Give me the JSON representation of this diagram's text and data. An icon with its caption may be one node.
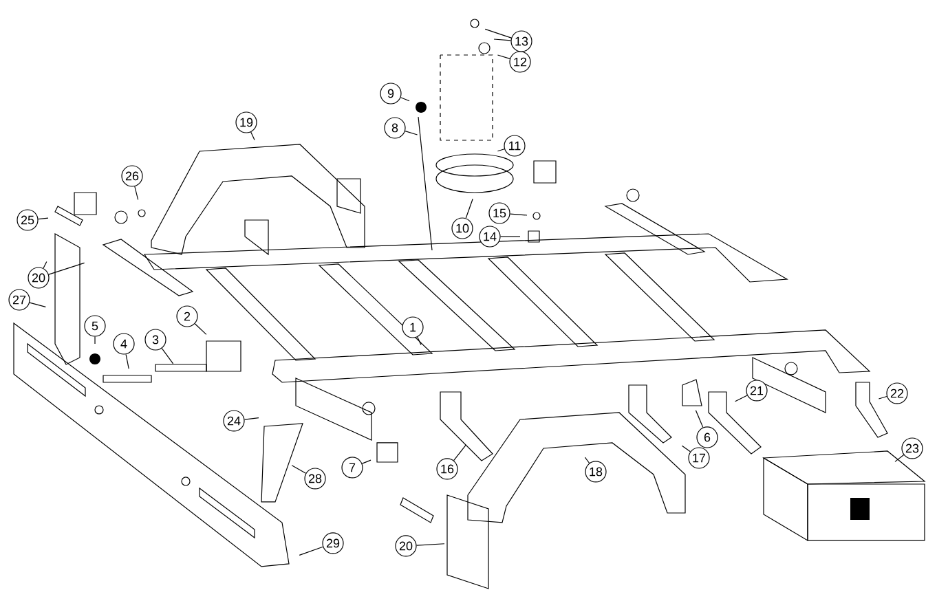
{
  "diagram": {
    "nodes": [
      {
        "text": [
          "1"
        ]
      },
      {
        "text": [
          "2"
        ]
      },
      {
        "text": [
          "3"
        ]
      },
      {
        "text": [
          "4"
        ]
      },
      {
        "text": [
          "5"
        ]
      },
      {
        "text": [
          "6"
        ]
      },
      {
        "text": [
          "7"
        ]
      },
      {
        "text": [
          "8"
        ]
      },
      {
        "text": [
          "9"
        ]
      },
      {
        "text": [
          "10"
        ]
      },
      {
        "text": [
          "11"
        ]
      },
      {
        "text": [
          "12"
        ]
      },
      {
        "text": [
          "13"
        ]
      },
      {
        "text": [
          "14"
        ]
      },
      {
        "text": [
          "15"
        ]
      },
      {
        "text": [
          "16"
        ]
      },
      {
        "text": [
          "17"
        ]
      },
      {
        "text": [
          "18"
        ]
      },
      {
        "text": [
          "19"
        ]
      },
      {
        "text": [
          "20"
        ]
      },
      {
        "text": [
          "20"
        ]
      },
      {
        "text": [
          "21"
        ]
      },
      {
        "text": [
          "22"
        ]
      },
      {
        "text": [
          "23"
        ]
      },
      {
        "text": [
          "24"
        ]
      },
      {
        "text": [
          "25"
        ]
      },
      {
        "text": [
          "26"
        ]
      },
      {
        "text": [
          "27"
        ]
      },
      {
        "text": [
          "28"
        ]
      },
      {
        "text": [
          "29"
        ]
      }
    ],
    "edges": [
      {
        "from": 0,
        "to": null,
        "arrow": "none"
      },
      {
        "from": 1,
        "to": null,
        "arrow": "none"
      },
      {
        "from": 2,
        "to": null,
        "arrow": "none"
      },
      {
        "from": 3,
        "to": null,
        "arrow": "none"
      },
      {
        "from": 4,
        "to": null,
        "arrow": "none"
      },
      {
        "from": 5,
        "to": null,
        "arrow": "none"
      },
      {
        "from": 6,
        "to": null,
        "arrow": "none"
      },
      {
        "from": 7,
        "to": null,
        "arrow": "none"
      },
      {
        "from": 8,
        "to": null,
        "arrow": "none"
      },
      {
        "from": 9,
        "to": null,
        "arrow": "none"
      },
      {
        "from": 10,
        "to": null,
        "arrow": "none"
      },
      {
        "from": 11,
        "to": null,
        "arrow": "none"
      },
      {
        "from": 12,
        "to": null,
        "arrow": "none"
      },
      {
        "from": 12,
        "to": null,
        "arrow": "none"
      },
      {
        "from": 13,
        "to": null,
        "arrow": "none"
      },
      {
        "from": 14,
        "to": null,
        "arrow": "none"
      },
      {
        "from": 15,
        "to": null,
        "arrow": "none"
      },
      {
        "from": 16,
        "to": null,
        "arrow": "none"
      },
      {
        "from": 17,
        "to": null,
        "arrow": "none"
      },
      {
        "from": 18,
        "to": null,
        "arrow": "none"
      },
      {
        "from": 19,
        "to": null,
        "arrow": "none"
      },
      {
        "from": 19,
        "to": null,
        "arrow": "none"
      },
      {
        "from": 20,
        "to": null,
        "arrow": "none"
      },
      {
        "from": 21,
        "to": null,
        "arrow": "none"
      },
      {
        "from": 22,
        "to": null,
        "arrow": "none"
      },
      {
        "from": 23,
        "to": null,
        "arrow": "none"
      },
      {
        "from": 24,
        "to": null,
        "arrow": "none"
      },
      {
        "from": 25,
        "to": null,
        "arrow": "none"
      },
      {
        "from": 26,
        "to": null,
        "arrow": "none"
      },
      {
        "from": 27,
        "to": null,
        "arrow": "none"
      },
      {
        "from": 28,
        "to": null,
        "arrow": "none"
      },
      {
        "from": 29,
        "to": null,
        "arrow": "none"
      }
    ]
  }
}
